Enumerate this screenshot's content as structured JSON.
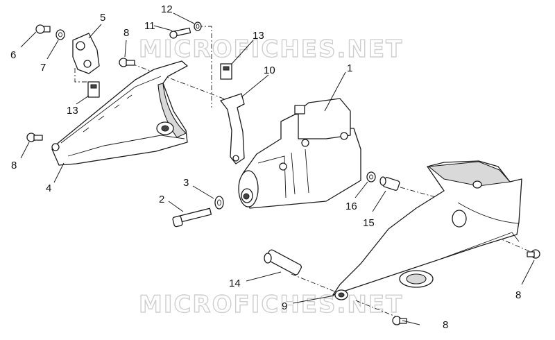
{
  "watermark": "MICROFICHES.NET",
  "callouts": {
    "c1": "1",
    "c2": "2",
    "c3": "3",
    "c4": "4",
    "c5": "5",
    "c6": "6",
    "c7": "7",
    "c8a": "8",
    "c8b": "8",
    "c8c": "8",
    "c8d": "8",
    "c9": "9",
    "c10": "10",
    "c11": "11",
    "c12": "12",
    "c13a": "13",
    "c13b": "13",
    "c14": "14",
    "c15": "15",
    "c16": "16"
  }
}
